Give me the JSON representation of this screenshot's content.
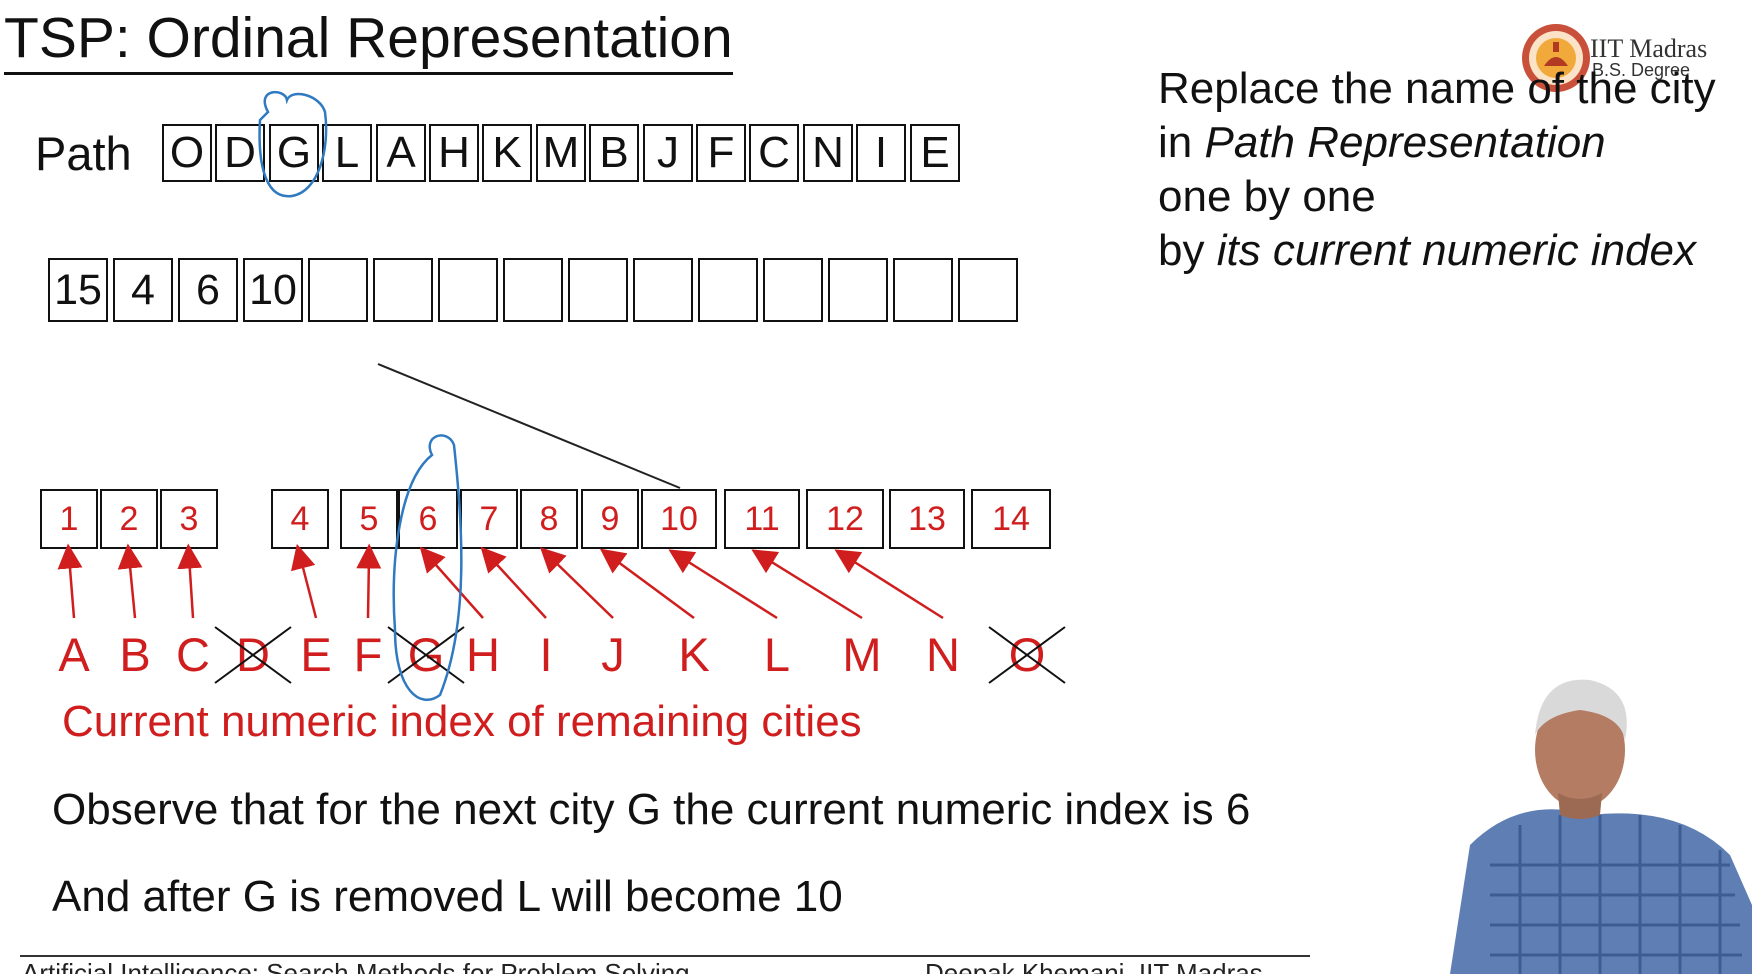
{
  "slide": {
    "title": "TSP: Ordinal Representation",
    "logo": {
      "name": "IIT Madras",
      "subtitle": "B.S. Degree",
      "icon": "iit-madras-seal-icon"
    },
    "description_lines": [
      "Replace the name of the city",
      "in Path Representation",
      "one by one",
      "by its current numeric index"
    ],
    "path_label": "Path",
    "path_cities": [
      "O",
      "D",
      "G",
      "L",
      "A",
      "H",
      "K",
      "M",
      "B",
      "J",
      "F",
      "C",
      "N",
      "I",
      "E"
    ],
    "ordinal_values": [
      "15",
      "4",
      "6",
      "10",
      "",
      "",
      "",
      "",
      "",
      "",
      "",
      "",
      "",
      "",
      ""
    ],
    "index_boxes": [
      "1",
      "2",
      "3",
      "4",
      "5",
      "6",
      "7",
      "8",
      "9",
      "10",
      "11",
      "12",
      "13",
      "14"
    ],
    "cities": [
      "A",
      "B",
      "C",
      "D",
      "E",
      "F",
      "G",
      "H",
      "I",
      "J",
      "K",
      "L",
      "M",
      "N",
      "O"
    ],
    "crossed_cities": [
      "D",
      "G",
      "O"
    ],
    "caption": "Current numeric index of remaining cities",
    "observation_1": "Observe that for the next city G the current numeric index is 6",
    "observation_2": "And after G is removed L will become 10",
    "footer_left": "Artificial Intelligence: Search Methods for Problem Solving",
    "footer_right": "Deepak Khemani, IIT Madras"
  },
  "colors": {
    "accent_red": "#d01e1e",
    "ink_blue": "#2f7ac0",
    "text": "#111111"
  }
}
